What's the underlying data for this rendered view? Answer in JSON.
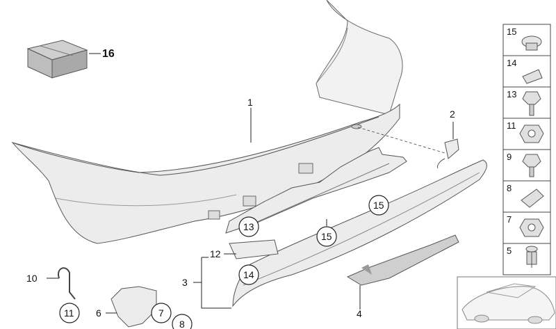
{
  "diagram": {
    "callouts": {
      "c1": "1",
      "c2": "2",
      "c3": "3",
      "c4": "4",
      "c6": "6",
      "c10": "10",
      "c12": "12",
      "c16": "16"
    },
    "circled": {
      "o15a": "15",
      "o15b": "15",
      "o13": "13",
      "o14": "14",
      "o11": "11",
      "o7": "7",
      "o8": "8"
    },
    "side_panel": [
      "15",
      "14",
      "13",
      "11",
      "9",
      "8",
      "7",
      "5"
    ]
  }
}
